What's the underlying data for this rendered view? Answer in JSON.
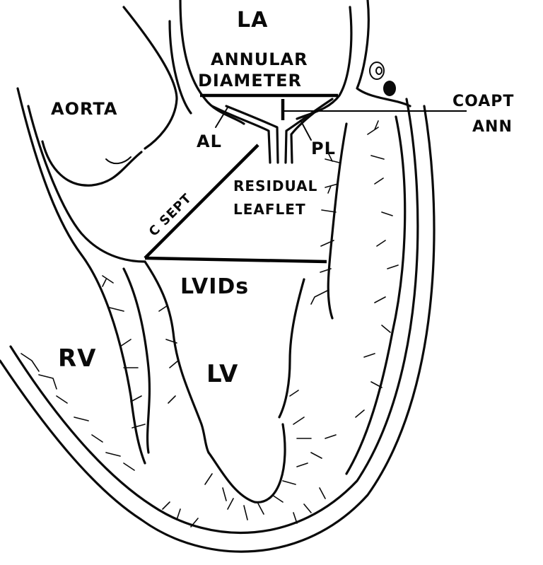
{
  "labels": {
    "la": "LA",
    "annular_line1": "ANNULAR",
    "annular_line2": "DIAMETER",
    "aorta": "AORTA",
    "coapt_line1": "COAPT",
    "coapt_line2": "ANN",
    "al": "AL",
    "pl": "PL",
    "residual_line1": "RESIDUAL",
    "residual_line2": "LEAFLET",
    "csept": "C SEPT",
    "lvids": "LVIDs",
    "rv": "RV",
    "lv": "LV"
  },
  "colors": {
    "ink": "#0a0a0a",
    "background": "#ffffff"
  }
}
